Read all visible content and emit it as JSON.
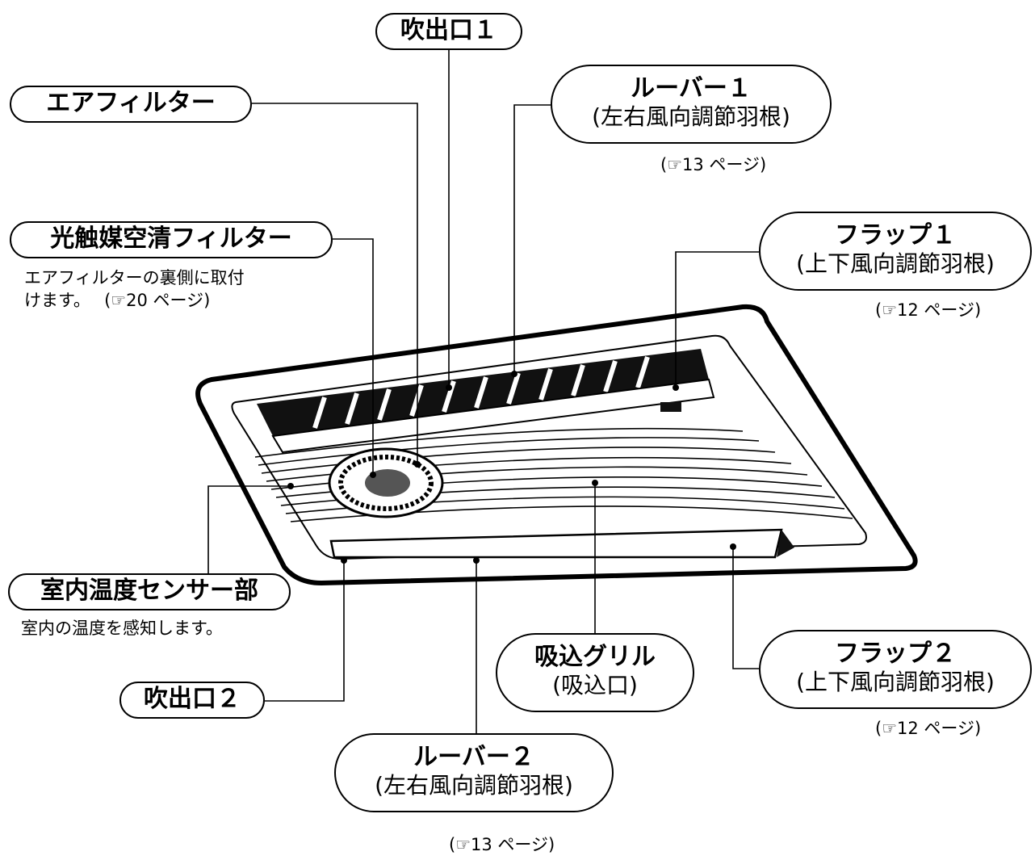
{
  "labels": {
    "fukidashi1": "吹出口１",
    "air_filter": "エアフィルター",
    "louver1_title": "ルーバー１",
    "louver1_sub": "(左右風向調節羽根)",
    "louver1_ref": "(☞13 ページ)",
    "photocatalyst": "光触媒空清フィルター",
    "photocatalyst_note1": "エアフィルターの裏側に取付",
    "photocatalyst_note2": "けます。　 (☞20 ページ)",
    "flap1_title": "フラップ１",
    "flap1_sub": "(上下風向調節羽根)",
    "flap1_ref": "(☞12 ページ)",
    "room_temp_sensor": "室内温度センサー部",
    "room_temp_note": "室内の温度を感知します。",
    "intake_grille_title": "吸込グリル",
    "intake_grille_sub": "(吸込口)",
    "flap2_title": "フラップ２",
    "flap2_sub": "(上下風向調節羽根)",
    "flap2_ref": "(☞12 ページ)",
    "fukidashi2": "吹出口２",
    "louver2_title": "ルーバー２",
    "louver2_sub": "(左右風向調節羽根)",
    "louver2_ref": "(☞13 ページ)"
  }
}
